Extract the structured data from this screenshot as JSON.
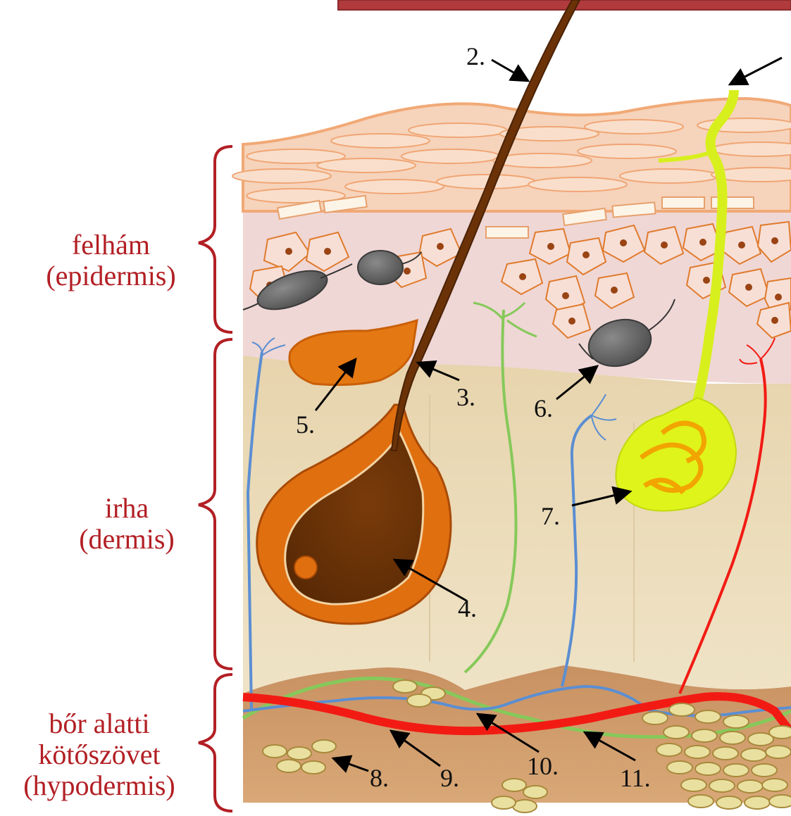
{
  "layers": {
    "epidermis": {
      "name": "felhám",
      "latin": "(epidermis)"
    },
    "dermis": {
      "name": "irha",
      "latin": "(dermis)"
    },
    "hypodermis": {
      "name_line1": "bőr alatti",
      "name_line2": "kötőszövet",
      "latin": "(hypodermis)"
    }
  },
  "callouts": [
    "2.",
    "3.",
    "4.",
    "5.",
    "6.",
    "7.",
    "8.",
    "9.",
    "10.",
    "11."
  ],
  "colors": {
    "label_red": "#b21f24",
    "title_bar": "#b13a3d",
    "hair": "#6b3208",
    "gland_orange": "#e06f10",
    "receptor_yellow": "#d8ef1e",
    "artery_red": "#f21b14",
    "vein_blue": "#5b8ed2",
    "nerve_green": "#86c95a",
    "dermis_tan": "#eadbb8",
    "hypodermis_tan": "#cf996a",
    "fat_cell": "#e9e0a0"
  },
  "icons": [
    "hair-icon",
    "melanocyte-icon",
    "fat-cell-icon"
  ]
}
